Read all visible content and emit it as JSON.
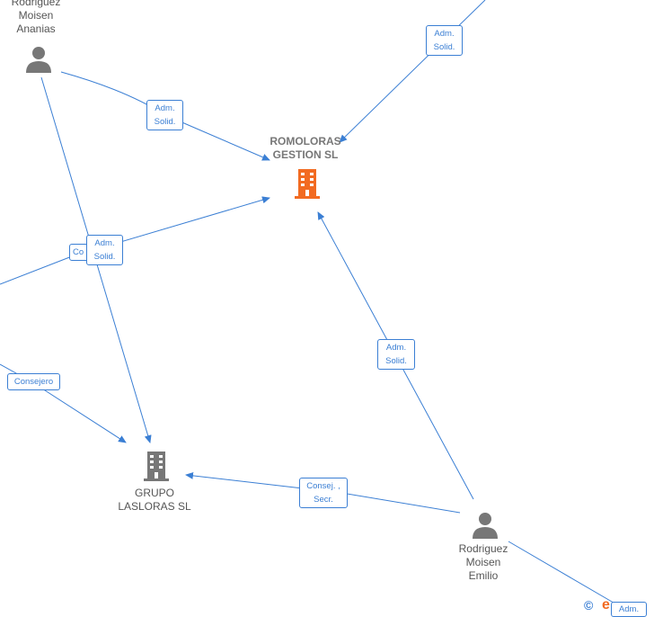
{
  "nodes": {
    "person_ananias": {
      "lines": [
        "Rodriguez",
        "Moisen",
        "Ananias"
      ]
    },
    "person_emilio": {
      "lines": [
        "Rodriguez",
        "Moisen",
        "Emilio"
      ]
    },
    "company_romoloras": {
      "lines": [
        "ROMOLORAS",
        "GESTION  SL"
      ]
    },
    "company_grupo": {
      "lines": [
        "GRUPO",
        "LASLORAS SL"
      ]
    }
  },
  "edge_labels": {
    "top_right": [
      "Adm.",
      "Solid."
    ],
    "ananias_romoloras": [
      "Adm.",
      "Solid."
    ],
    "left_romoloras_hidden": [
      "Co"
    ],
    "ananias_grupo": [
      "Adm.",
      "Solid."
    ],
    "consejero": [
      "Consejero"
    ],
    "emilio_romoloras": [
      "Adm.",
      "Solid."
    ],
    "emilio_grupo": [
      "Consej. ,",
      "Secr."
    ],
    "bottom_right": [
      "Adm."
    ]
  },
  "footer": {
    "copyright": "©",
    "brand_letter": "e"
  },
  "colors": {
    "edge": "#3b7fd4",
    "company_main": "#f26b22",
    "company_other": "#777777",
    "person": "#777777"
  }
}
